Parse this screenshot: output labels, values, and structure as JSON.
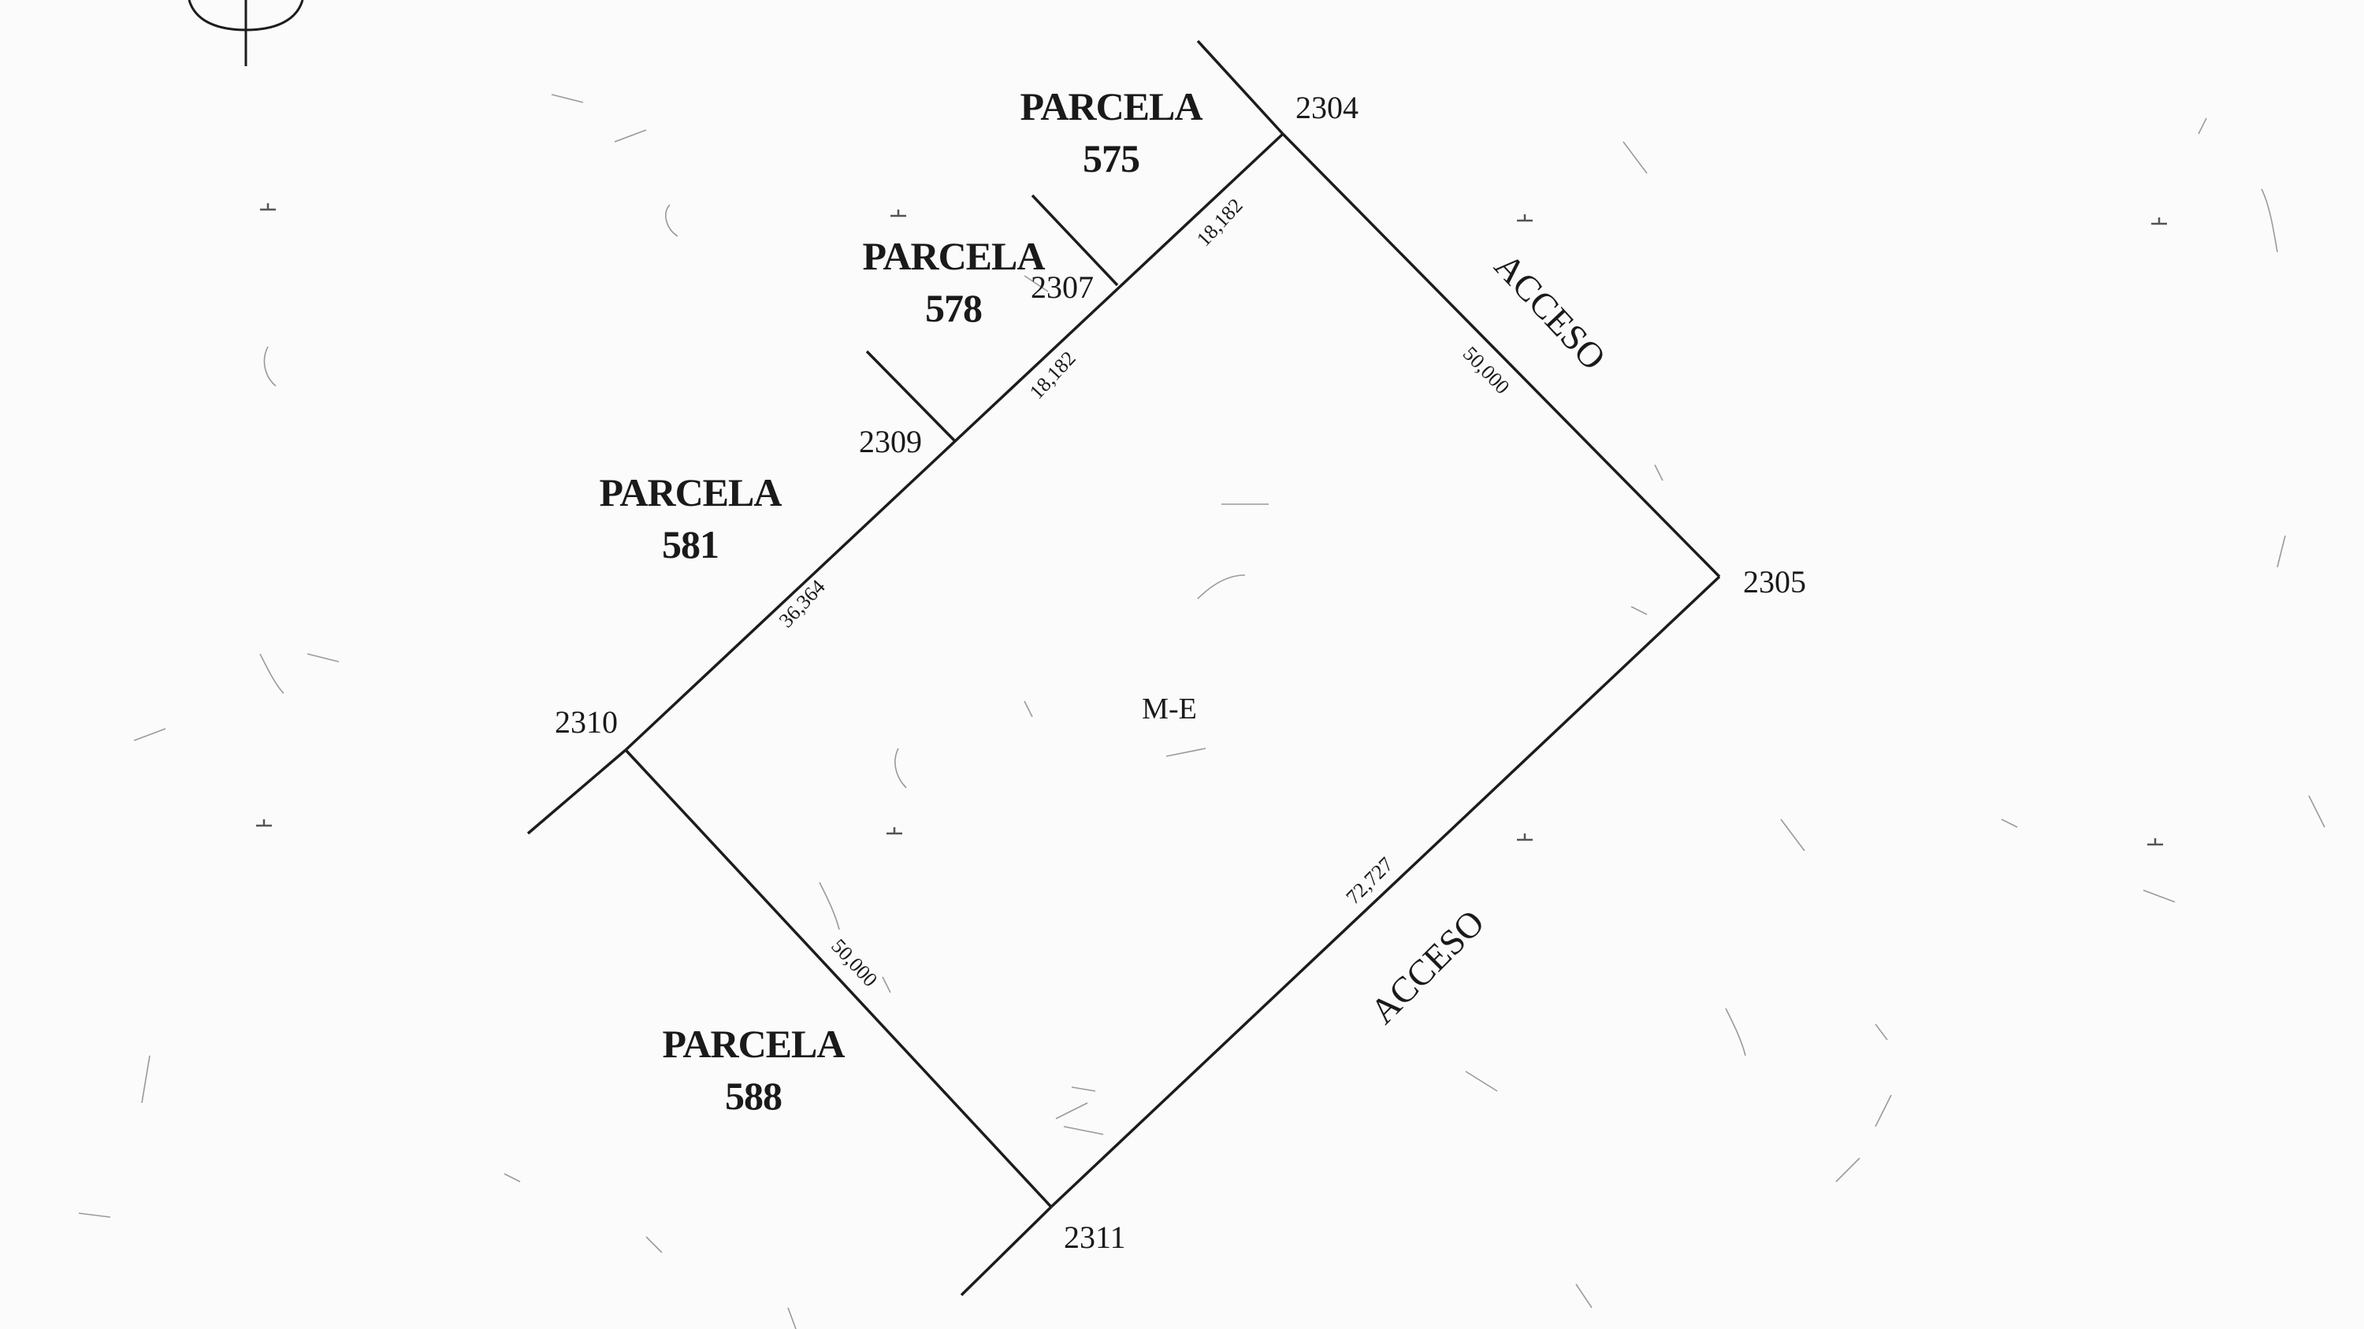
{
  "parcels": [
    {
      "id": "575",
      "word": "PARCELA",
      "number": "575"
    },
    {
      "id": "578",
      "word": "PARCELA",
      "number": "578"
    },
    {
      "id": "581",
      "word": "PARCELA",
      "number": "581"
    },
    {
      "id": "588",
      "word": "PARCELA",
      "number": "588"
    }
  ],
  "vertices": {
    "v2304": "2304",
    "v2305": "2305",
    "v2307": "2307",
    "v2309": "2309",
    "v2310": "2310",
    "v2311": "2311"
  },
  "dimensions": {
    "d_2304_2307": "18,182",
    "d_2307_2309": "18,182",
    "d_2309_2310": "36,364",
    "d_2304_2305": "50,000",
    "d_2310_2311": "50,000",
    "d_2305_2311": "72,727"
  },
  "access": {
    "upper": "ACCESO",
    "lower": "ACCESO"
  },
  "center_label": "M-E",
  "colors": {
    "line": "#1c1c1c",
    "background": "#fbfbfb"
  }
}
